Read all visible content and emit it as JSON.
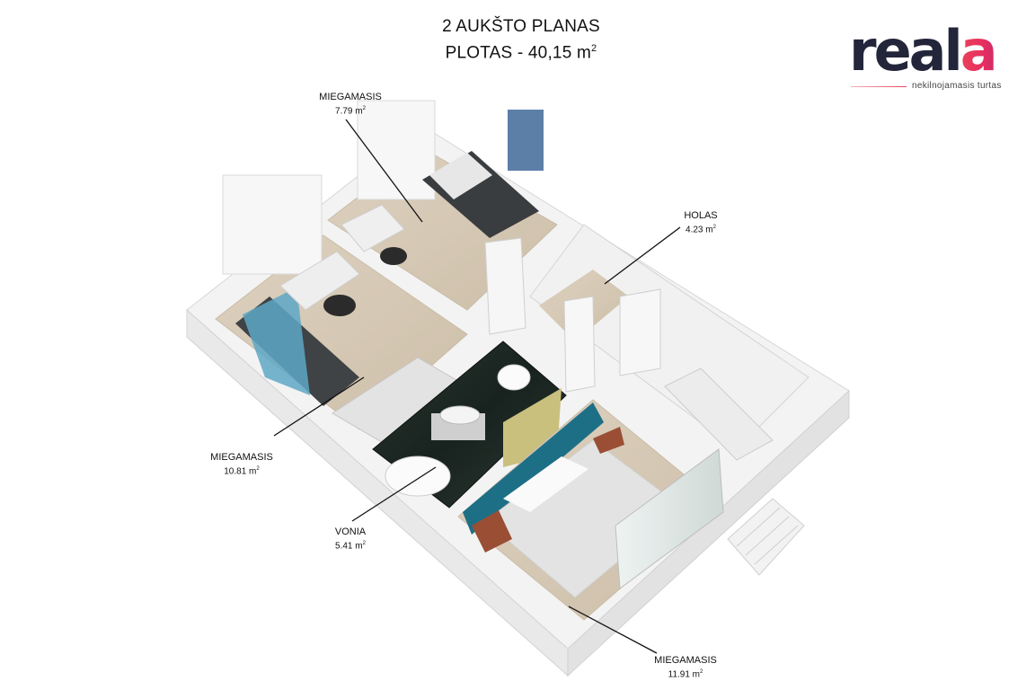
{
  "title": {
    "line1": "2 AUKŠTO PLANAS",
    "line2": "PLOTAS - 40,15 m",
    "line2_sup": "2"
  },
  "logo": {
    "word_main": "real",
    "word_accent": "a",
    "tagline": "nekilnojamasis turtas",
    "colors": {
      "dark": "#23263a",
      "accent": "#e8425a"
    }
  },
  "rooms": [
    {
      "id": "miegamasis-small",
      "name": "MIEGAMASIS",
      "area": "7.79 m",
      "sup": "2"
    },
    {
      "id": "holas",
      "name": "HOLAS",
      "area": "4.23 m",
      "sup": "2"
    },
    {
      "id": "miegamasis-left",
      "name": "MIEGAMASIS",
      "area": "10.81 m",
      "sup": "2"
    },
    {
      "id": "vonia",
      "name": "VONIA",
      "area": "5.41 m",
      "sup": "2"
    },
    {
      "id": "miegamasis-main",
      "name": "MIEGAMASIS",
      "area": "11.91 m",
      "sup": "2"
    }
  ],
  "colors": {
    "wall": "#f4f4f4",
    "wall_shade": "#dcdcdc",
    "floor": "#d8cbb8",
    "marble": "#1f2b26",
    "headboard": "#1d6f86",
    "bedding": "#e6e6e6"
  }
}
